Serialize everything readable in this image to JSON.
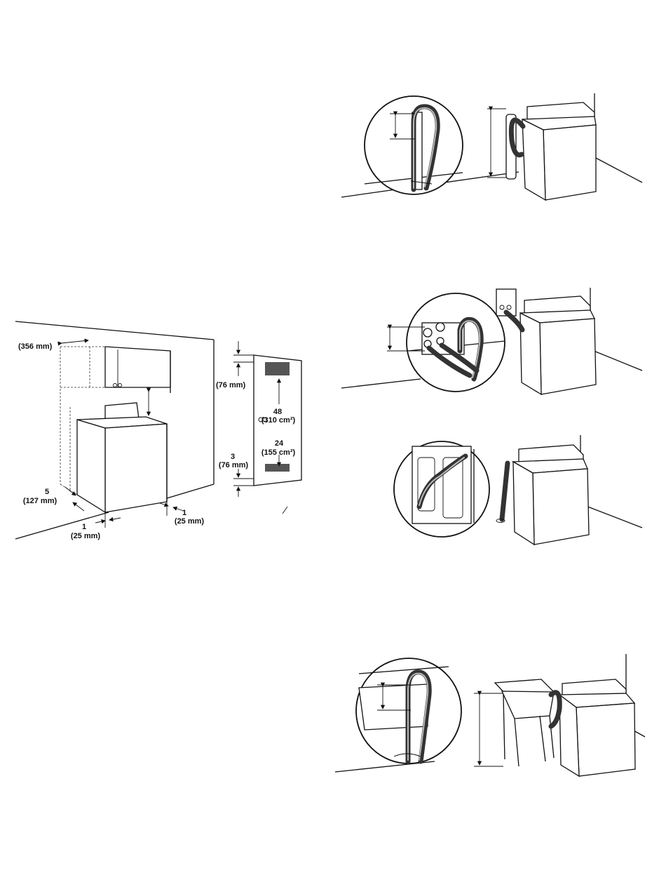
{
  "labels": {
    "cabinet_depth": "(356 mm)",
    "door_top_gap": "(76 mm)",
    "top_vent_area_in": "48",
    "top_vent_area_cm": "(310 cm²)",
    "bottom_vent_area_in": "24",
    "bottom_vent_area_cm": "(155 cm²)",
    "bottom_gap_in": "3",
    "bottom_gap_mm": "(76 mm)",
    "rear_clearance_in": "5",
    "rear_clearance_mm": "(127 mm)",
    "side_clearance_left_in": "1",
    "side_clearance_left_mm": "(25 mm)",
    "side_clearance_right_in": "1",
    "side_clearance_right_mm": "(25 mm)"
  },
  "colors": {
    "line": "#111111",
    "hose": "#333333",
    "vent_hatch": "#555555"
  }
}
